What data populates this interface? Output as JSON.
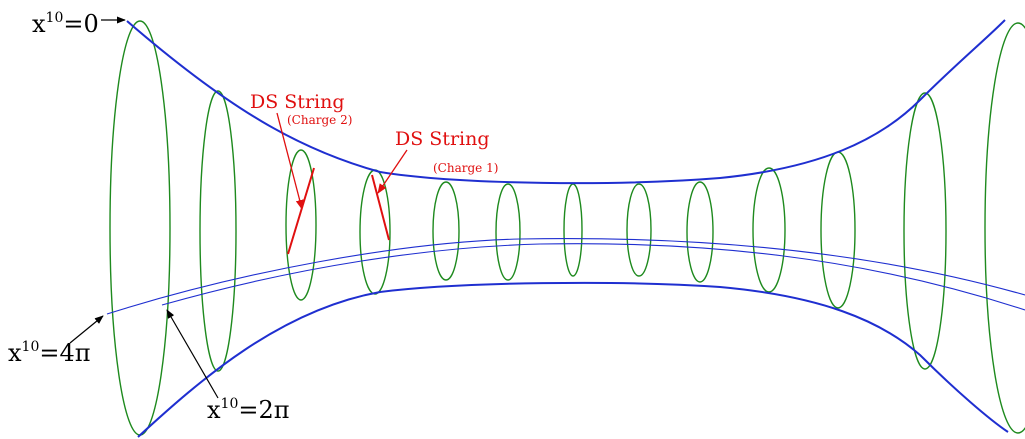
{
  "labels": {
    "x10_zero": {
      "base": "x",
      "sup": "10",
      "rest": "=0"
    },
    "x10_four_pi": {
      "base": "x",
      "sup": "10",
      "rest": "=4π"
    },
    "x10_two_pi": {
      "base": "x",
      "sup": "10",
      "rest": "=2π"
    },
    "ds_string_2": {
      "title": "DS String",
      "charge": "(Charge 2)"
    },
    "ds_string_1": {
      "title": "DS String",
      "charge": "(Charge 1)"
    }
  },
  "colors": {
    "surface_outline": "#1f2fd0",
    "circles": "#1e8a1e",
    "ds_string": "#e01010",
    "text": "#000000",
    "arrow": "#000000"
  }
}
